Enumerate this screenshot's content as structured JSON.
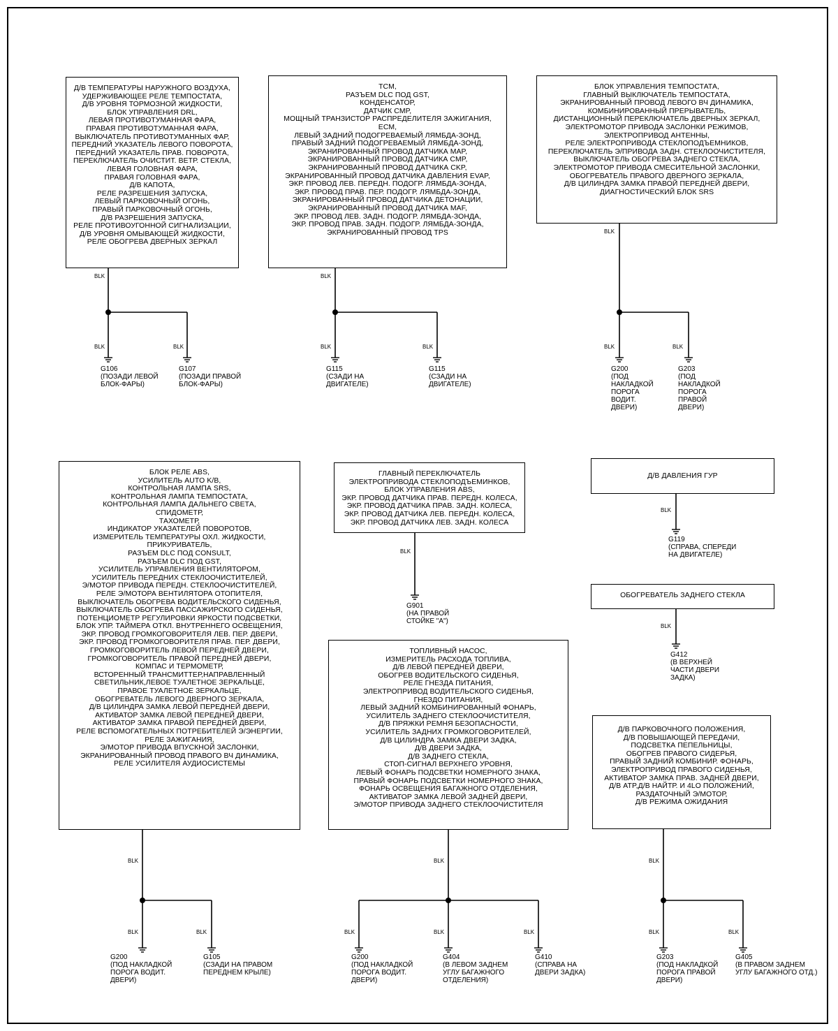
{
  "wire_color": "BLK",
  "boxes": {
    "b1": [
      "Д/В ТЕМПЕРАТУРЫ НАРУЖНОГО ВОЗДУХА,",
      "УДЕРЖИВАЮЩЕЕ РЕЛЕ ТЕМПОСТАТА,",
      "Д/В УРОВНЯ ТОРМОЗНОЙ ЖИДКОСТИ,",
      "БЛОК УПРАВЛЕНИЯ DRL,",
      "ЛЕВАЯ ПРОТИВОТУМАННАЯ ФАРА,",
      "ПРАВАЯ ПРОТИВОТУМАННАЯ ФАРА,",
      "ВЫКЛЮЧАТЕЛЬ ПРОТИВОТУМАННЫХ ФАР,",
      "ПЕРЕДНИЙ УКАЗАТЕЛЬ ЛЕВОГО ПОВОРОТА,",
      "ПЕРЕДНИЙ УКАЗАТЕЛЬ ПРАВ. ПОВОРОТА,",
      "ПЕРЕКЛЮЧАТЕЛЬ ОЧИСТИТ. ВЕТР. СТЕКЛА,",
      "ЛЕВАЯ ГОЛОВНАЯ ФАРА,",
      "ПРАВАЯ ГОЛОВНАЯ ФАРА,",
      "Д/В КАПОТА,",
      "РЕЛЕ РАЗРЕШЕНИЯ ЗАПУСКА,",
      "ЛЕВЫЙ ПАРКОВОЧНЫЙ ОГОНЬ,",
      "ПРАВЫЙ ПАРКОВОЧНЫЙ ОГОНЬ,",
      "Д/В РАЗРЕШЕНИЯ ЗАПУСКА,",
      "РЕЛЕ ПРОТИВОУГОННОЙ СИГНАЛИЗАЦИИ,",
      "Д/В УРОВНЯ ОМЫВАЮЩЕЙ ЖИДКОСТИ,",
      "РЕЛЕ ОБОГРЕВА ДВЕРНЫХ ЗЕРКАЛ"
    ],
    "b2": [
      "TCM,",
      "РАЗЪЕМ DLC ПОД GST,",
      "КОНДЕНСАТОР,",
      "ДАТЧИК CMP,",
      "МОЩНЫЙ ТРАНЗИСТОР РАСПРЕДЕЛИТЕЛЯ ЗАЖИГАНИЯ,",
      "ECM,",
      "ЛЕВЫЙ ЗАДНИЙ ПОДОГРЕВАЕМЫЙ ЛЯМБДА-ЗОНД,",
      "ПРАВЫЙ ЗАДНИЙ ПОДОГРЕВАЕМЫЙ ЛЯМБДА-ЗОНД,",
      "ЭКРАНИРОВАННЫЙ ПРОВОД ДАТЧИКА MAP,",
      "ЭКРАНИРОВАННЫЙ ПРОВОД ДАТЧИКА CMP,",
      "ЭКРАНИРОВАННЫЙ ПРОВОД ДАТЧИКА CKP,",
      "ЭКРАНИРОВАННЫЙ ПРОВОД ДАТЧИКА ДАВЛЕНИЯ EVAP,",
      "ЭКР. ПРОВОД ЛЕВ. ПЕРЕДН. ПОДОГР. ЛЯМБДА-ЗОНДА,",
      "ЭКР. ПРОВОД ПРАВ. ПЕР. ПОДОГР. ЛЯМБДА-ЗОНДА,",
      "ЭКРАНИРОВАННЫЙ ПРОВОД ДАТЧИКА ДЕТОНАЦИИ,",
      "ЭКРАНИРОВАННЫЙ ПРОВОД ДАТЧИКА MAF,",
      "ЭКР. ПРОВОД ЛЕВ. ЗАДН. ПОДОГР. ЛЯМБДА-ЗОНДА,",
      "ЭКР. ПРОВОД ПРАВ. ЗАДН. ПОДОГР. ЛЯМБДА-ЗОНДА,",
      "ЭКРАНИРОВАННЫЙ ПРОВОД TPS"
    ],
    "b3": [
      "БЛОК УПРАВЛЕНИЯ ТЕМПОСТАТА,",
      "ГЛАВНЫЙ ВЫКЛЮЧАТЕЛЬ ТЕМПОСТАТА,",
      "ЭКРАНИРОВАННЫЙ ПРОВОД ЛЕВОГО ВЧ ДИНАМИКА,",
      "КОМБИНИРОВАННЫЙ ПРЕРЫВАТЕЛЬ,",
      "ДИСТАНЦИОННЫЙ ПЕРЕКЛЮЧАТЕЛЬ ДВЕРНЫХ ЗЕРКАЛ,",
      "ЭЛЕКТРОМОТОР ПРИВОДА ЗАСЛОНКИ РЕЖИМОВ,",
      "ЭЛЕКТРОПРИВОД АНТЕННЫ,",
      "РЕЛЕ ЭЛЕКТРОПРИВОДА СТЕКЛОПОДЪЕМНИКОВ,",
      "ПЕРЕКЛЮЧАТЕЛЬ Э/ПРИВОДА ЗАДН. СТЕКЛООЧИСТИТЕЛЯ,",
      "ВЫКЛЮЧАТЕЛЬ ОБОГРЕВА ЗАДНЕГО СТЕКЛА,",
      "ЭЛЕКТРОМОТОР ПРИВОДА СМЕСИТЕЛЬНОЙ ЗАСЛОНКИ,",
      "ОБОГРЕВАТЕЛЬ ПРАВОГО ДВЕРНОГО ЗЕРКАЛА,",
      "Д/В ЦИЛИНДРА ЗАМКА ПРАВОЙ ПЕРЕДНЕЙ ДВЕРИ,",
      "ДИАГНОСТИЧЕСКИЙ БЛОК SRS"
    ],
    "b4": [
      "БЛОК РЕЛЕ ABS,",
      "УСИЛИТЕЛЬ AUTO K/B,",
      "КОНТРОЛЬНАЯ ЛАМПА SRS,",
      "КОНТРОЛЬНАЯ ЛАМПА ТЕМПОСТАТА,",
      "КОНТРОЛЬНАЯ ЛАМПА ДАЛЬНЕГО СВЕТА,",
      "СПИДОМЕТР,",
      "ТАХОМЕТР,",
      "ИНДИКАТОР УКАЗАТЕЛЕЙ ПОВОРОТОВ,",
      "ИЗМЕРИТЕЛЬ ТЕМПЕРАТУРЫ ОХЛ. ЖИДКОСТИ,",
      "ПРИКУРИВАТЕЛЬ,",
      "РАЗЪЕМ DLC ПОД CONSULT,",
      "РАЗЪЕМ DLC ПОД GST,",
      "УСИЛИТЕЛЬ УПРАВЛЕНИЯ ВЕНТИЛЯТОРОМ,",
      "УСИЛИТЕЛЬ ПЕРЕДНИХ СТЕКЛООЧИСТИТЕЛЕЙ,",
      "Э/МОТОР ПРИВОДА ПЕРЕДН. СТЕКЛООЧИСТИТЕЛЕЙ,",
      "РЕЛЕ Э/МОТОРА ВЕНТИЛЯТОРА ОТОПИТЕЛЯ,",
      "ВЫКЛЮЧАТЕЛЬ ОБОГРЕВА ВОДИТЕЛЬСКОГО СИДЕНЬЯ,",
      "ВЫКЛЮЧАТЕЛЬ ОБОГРЕВА ПАССАЖИРСКОГО СИДЕНЬЯ,",
      "ПОТЕНЦИОМЕТР РЕГУЛИРОВКИ ЯРКОСТИ ПОДСВЕТКИ,",
      "БЛОК УПР. ТАЙМЕРА ОТКЛ. ВНУТРЕННЕГО ОСВЕЩЕНИЯ,",
      "ЭКР. ПРОВОД ГРОМКОГОВОРИТЕЛЯ ЛЕВ. ПЕР. ДВЕРИ,",
      "ЭКР. ПРОВОД ГРОМКОГОВОРИТЕЛЯ ПРАВ. ПЕР. ДВЕРИ,",
      "ГРОМКОГОВОРИТЕЛЬ ЛЕВОЙ ПЕРЕДНЕЙ ДВЕРИ,",
      "ГРОМКОГОВОРИТЕЛЬ ПРАВОЙ ПЕРЕДНЕЙ ДВЕРИ,",
      "КОМПАС И ТЕРМОМЕТР,",
      "ВСТОРЕННЫЙ ТРАНСМИТТЕР,НАПРАВЛЕННЫЙ",
      "СВЕТИЛЬНИК,ЛЕВОЕ ТУАЛЕТНОЕ ЗЕРКАЛЬЦЕ,",
      "ПРАВОЕ ТУАЛЕТНОЕ ЗЕРКАЛЬЦЕ,",
      "ОБОГРЕВАТЕЛЬ ЛЕВОГО ДВЕРНОГО ЗЕРКАЛА,",
      "Д/В ЦИЛИНДРА ЗАМКА ЛЕВОЙ ПЕРЕДНЕЙ ДВЕРИ,",
      "АКТИВАТОР ЗАМКА ЛЕВОЙ ПЕРЕДНЕЙ ДВЕРИ,",
      "АКТИВАТОР ЗАМКА ПРАВОЙ ПЕРЕДНЕЙ ДВЕРИ,",
      "РЕЛЕ ВСПОМОГАТЕЛЬНЫХ ПОТРЕБИТЕЛЕЙ Э/ЭНЕРГИИ,",
      "РЕЛЕ ЗАЖИГАНИЯ,",
      "Э/МОТОР ПРИВОДА ВПУСКНОЙ ЗАСЛОНКИ,",
      "ЭКРАНИРОВАННЫЙ ПРОВОД ПРАВОГО ВЧ ДИНАМИКА,",
      "РЕЛЕ УСИЛИТЕЛЯ АУДИОСИСТЕМЫ"
    ],
    "b5": [
      "ГЛАВНЫЙ ПЕРЕКЛЮЧАТЕЛЬ",
      "ЭЛЕКТРОПРИВОДА СТЕКЛОПОДЪЕМИНКОВ,",
      "БЛОК УПРАВЛЕНИЯ ABS,",
      "ЭКР. ПРОВОД ДАТЧИКА ПРАВ. ПЕРЕДН. КОЛЕСА,",
      "ЭКР. ПРОВОД ДАТЧИКА ПРАВ. ЗАДН. КОЛЕСА,",
      "ЭКР. ПРОВОД ДАТЧИКА ЛЕВ. ПЕРЕДН. КОЛЕСА,",
      "ЭКР. ПРОВОД ДАТЧИКА ЛЕВ. ЗАДН. КОЛЕСА"
    ],
    "b6": [
      "Д/В ДАВЛЕНИЯ ГУР"
    ],
    "b7": [
      "ОБОГРЕВАТЕЛЬ ЗАДНЕГО СТЕКЛА"
    ],
    "b8": [
      "ТОПЛИВНЫЙ НАСОС,",
      "ИЗМЕРИТЕЛЬ РАСХОДА ТОПЛИВА,",
      "Д/В ЛЕВОЙ ПЕРЕДНЕЙ ДВЕРИ,",
      "ОБОГРЕВ ВОДИТЕЛЬСКОГО СИДЕНЬЯ,",
      "РЕЛЕ ГНЕЗДА ПИТАНИЯ,",
      "ЭЛЕКТРОПРИВОД ВОДИТЕЛЬСКОГО СИДЕНЬЯ,",
      "ГНЕЗДО ПИТАНИЯ,",
      "ЛЕВЫЙ ЗАДНИЙ КОМБИНИРОВАННЫЙ ФОНАРЬ,",
      "УСИЛИТЕЛЬ ЗАДНЕГО СТЕКЛООЧИСТИТЕЛЯ,",
      "Д/В ПРЯЖКИ РЕМНЯ БЕЗОПАСНОСТИ,",
      "УСИЛИТЕЛЬ ЗАДНИХ ГРОМКОГОВОРИТЕЛЕЙ,",
      "Д/В ЦИЛИНДРА ЗАМКА ДВЕРИ ЗАДКА,",
      "Д/В ДВЕРИ ЗАДКА,",
      "Д/В ЗАДНЕГО СТЕКЛА,",
      "СТОП-СИГНАЛ ВЕРХНЕГО УРОВНЯ,",
      "ЛЕВЫЙ ФОНАРЬ ПОДСВЕТКИ НОМЕРНОГО ЗНАКА,",
      "ПРАВЫЙ ФОНАРЬ ПОДСВЕТКИ НОМЕРНОГО ЗНАКА,",
      "ФОНАРЬ ОСВЕЩЕНИЯ БАГАЖНОГО ОТДЕЛЕНИЯ,",
      "АКТИВАТОР ЗАМКА ЛЕВОЙ ЗАДНЕЙ ДВЕРИ,",
      "Э/МОТОР ПРИВОДА ЗАДНЕГО СТЕКЛООЧИСТИТЕЛЯ"
    ],
    "b9": [
      "Д/В ПАРКОВОЧНОГО ПОЛОЖЕНИЯ,",
      "Д/В ПОВЫШАЮЩЕЙ ПЕРЕДАЧИ,",
      "ПОДСВЕТКА ПЕПЕЛЬНИЦЫ,",
      "ОБОГРЕВ ПРАВОГО СИДЕРЬЯ,",
      "ПРАВЫЙ ЗАДНИЙ КОМБИНИР. ФОНАРЬ,",
      "ЭЛЕКТРОПРИВОД ПРАВОГО СИДЕНЬЯ,",
      "АКТИВАТОР ЗАМКА ПРАВ. ЗАДНЕЙ ДВЕРИ,",
      "Д/В ATP,Д/В НАЙТР. И 4LO ПОЛОЖЕНИЙ,",
      "РАЗДАТОЧНЫЙ Э/МОТОР,",
      "Д/В РЕЖИМА ОЖИДАНИЯ"
    ]
  },
  "grounds": {
    "g106": [
      "G106",
      "(ПОЗАДИ ЛЕВОЙ",
      "БЛОК-ФАРЫ)"
    ],
    "g107": [
      "G107",
      "(ПОЗАДИ ПРАВОЙ",
      "БЛОК-ФАРЫ)"
    ],
    "g115a": [
      "G115",
      "(СЗАДИ НА",
      "ДВИГАТЕЛЕ)"
    ],
    "g115b": [
      "G115",
      "(СЗАДИ НА",
      "ДВИГАТЕЛЕ)"
    ],
    "g200a": [
      "G200",
      "(ПОД",
      "НАКЛАДКОЙ",
      "ПОРОГА",
      "ВОДИТ.",
      "ДВЕРИ)"
    ],
    "g203a": [
      "G203",
      "(ПОД",
      "НАКЛАДКОЙ",
      "ПОРОГА",
      "ПРАВОЙ",
      "ДВЕРИ)"
    ],
    "g119": [
      "G119",
      "(СПРАВА, СПЕРЕДИ",
      "НА ДВИГАТЕЛЕ)"
    ],
    "g901": [
      "G901",
      "(НА ПРАВОЙ",
      "СТОЙКЕ \"А\")"
    ],
    "g412": [
      "G412",
      "(В ВЕРХНЕЙ",
      "ЧАСТИ ДВЕРИ",
      "ЗАДКА)"
    ],
    "g200b": [
      "G200",
      "(ПОД НАКЛАДКОЙ",
      "ПОРОГА ВОДИТ.",
      "ДВЕРИ)"
    ],
    "g105": [
      "G105",
      "(СЗАДИ  НА ПРАВОМ",
      "ПЕРЕДНЕМ КРЫЛЕ)"
    ],
    "g200c": [
      "G200",
      "(ПОД НАКЛАДКОЙ",
      "ПОРОГА ВОДИТ.",
      "ДВЕРИ)"
    ],
    "g404": [
      "G404",
      "(В ЛЕВОМ ЗАДНЕМ",
      "УГЛУ БАГАЖНОГО",
      "ОТДЕЛЕНИЯ)"
    ],
    "g410": [
      "G410",
      "(СПРАВА НА",
      "ДВЕРИ ЗАДКА)"
    ],
    "g203b": [
      "G203",
      "(ПОД НАКЛАДКОЙ",
      "ПОРОГА ПРАВОЙ",
      "ДВЕРИ)"
    ],
    "g405": [
      "G405",
      "(В ПРАВОМ ЗАДНЕМ",
      "УГЛУ БАГАЖНОГО ОТД.)"
    ]
  }
}
